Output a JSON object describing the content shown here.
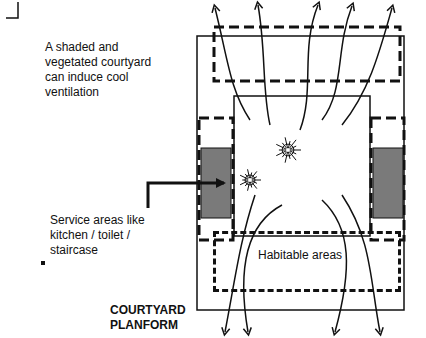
{
  "diagram": {
    "caption": "COURTYARD PLANFORM",
    "nodes": [
      {
        "text": [
          "Habitable areas"
        ]
      }
    ],
    "labels": [
      "A shaded and vegetated courtyard can induce cool ventilation",
      "Service areas like kitchen / toilet / staircase"
    ]
  }
}
